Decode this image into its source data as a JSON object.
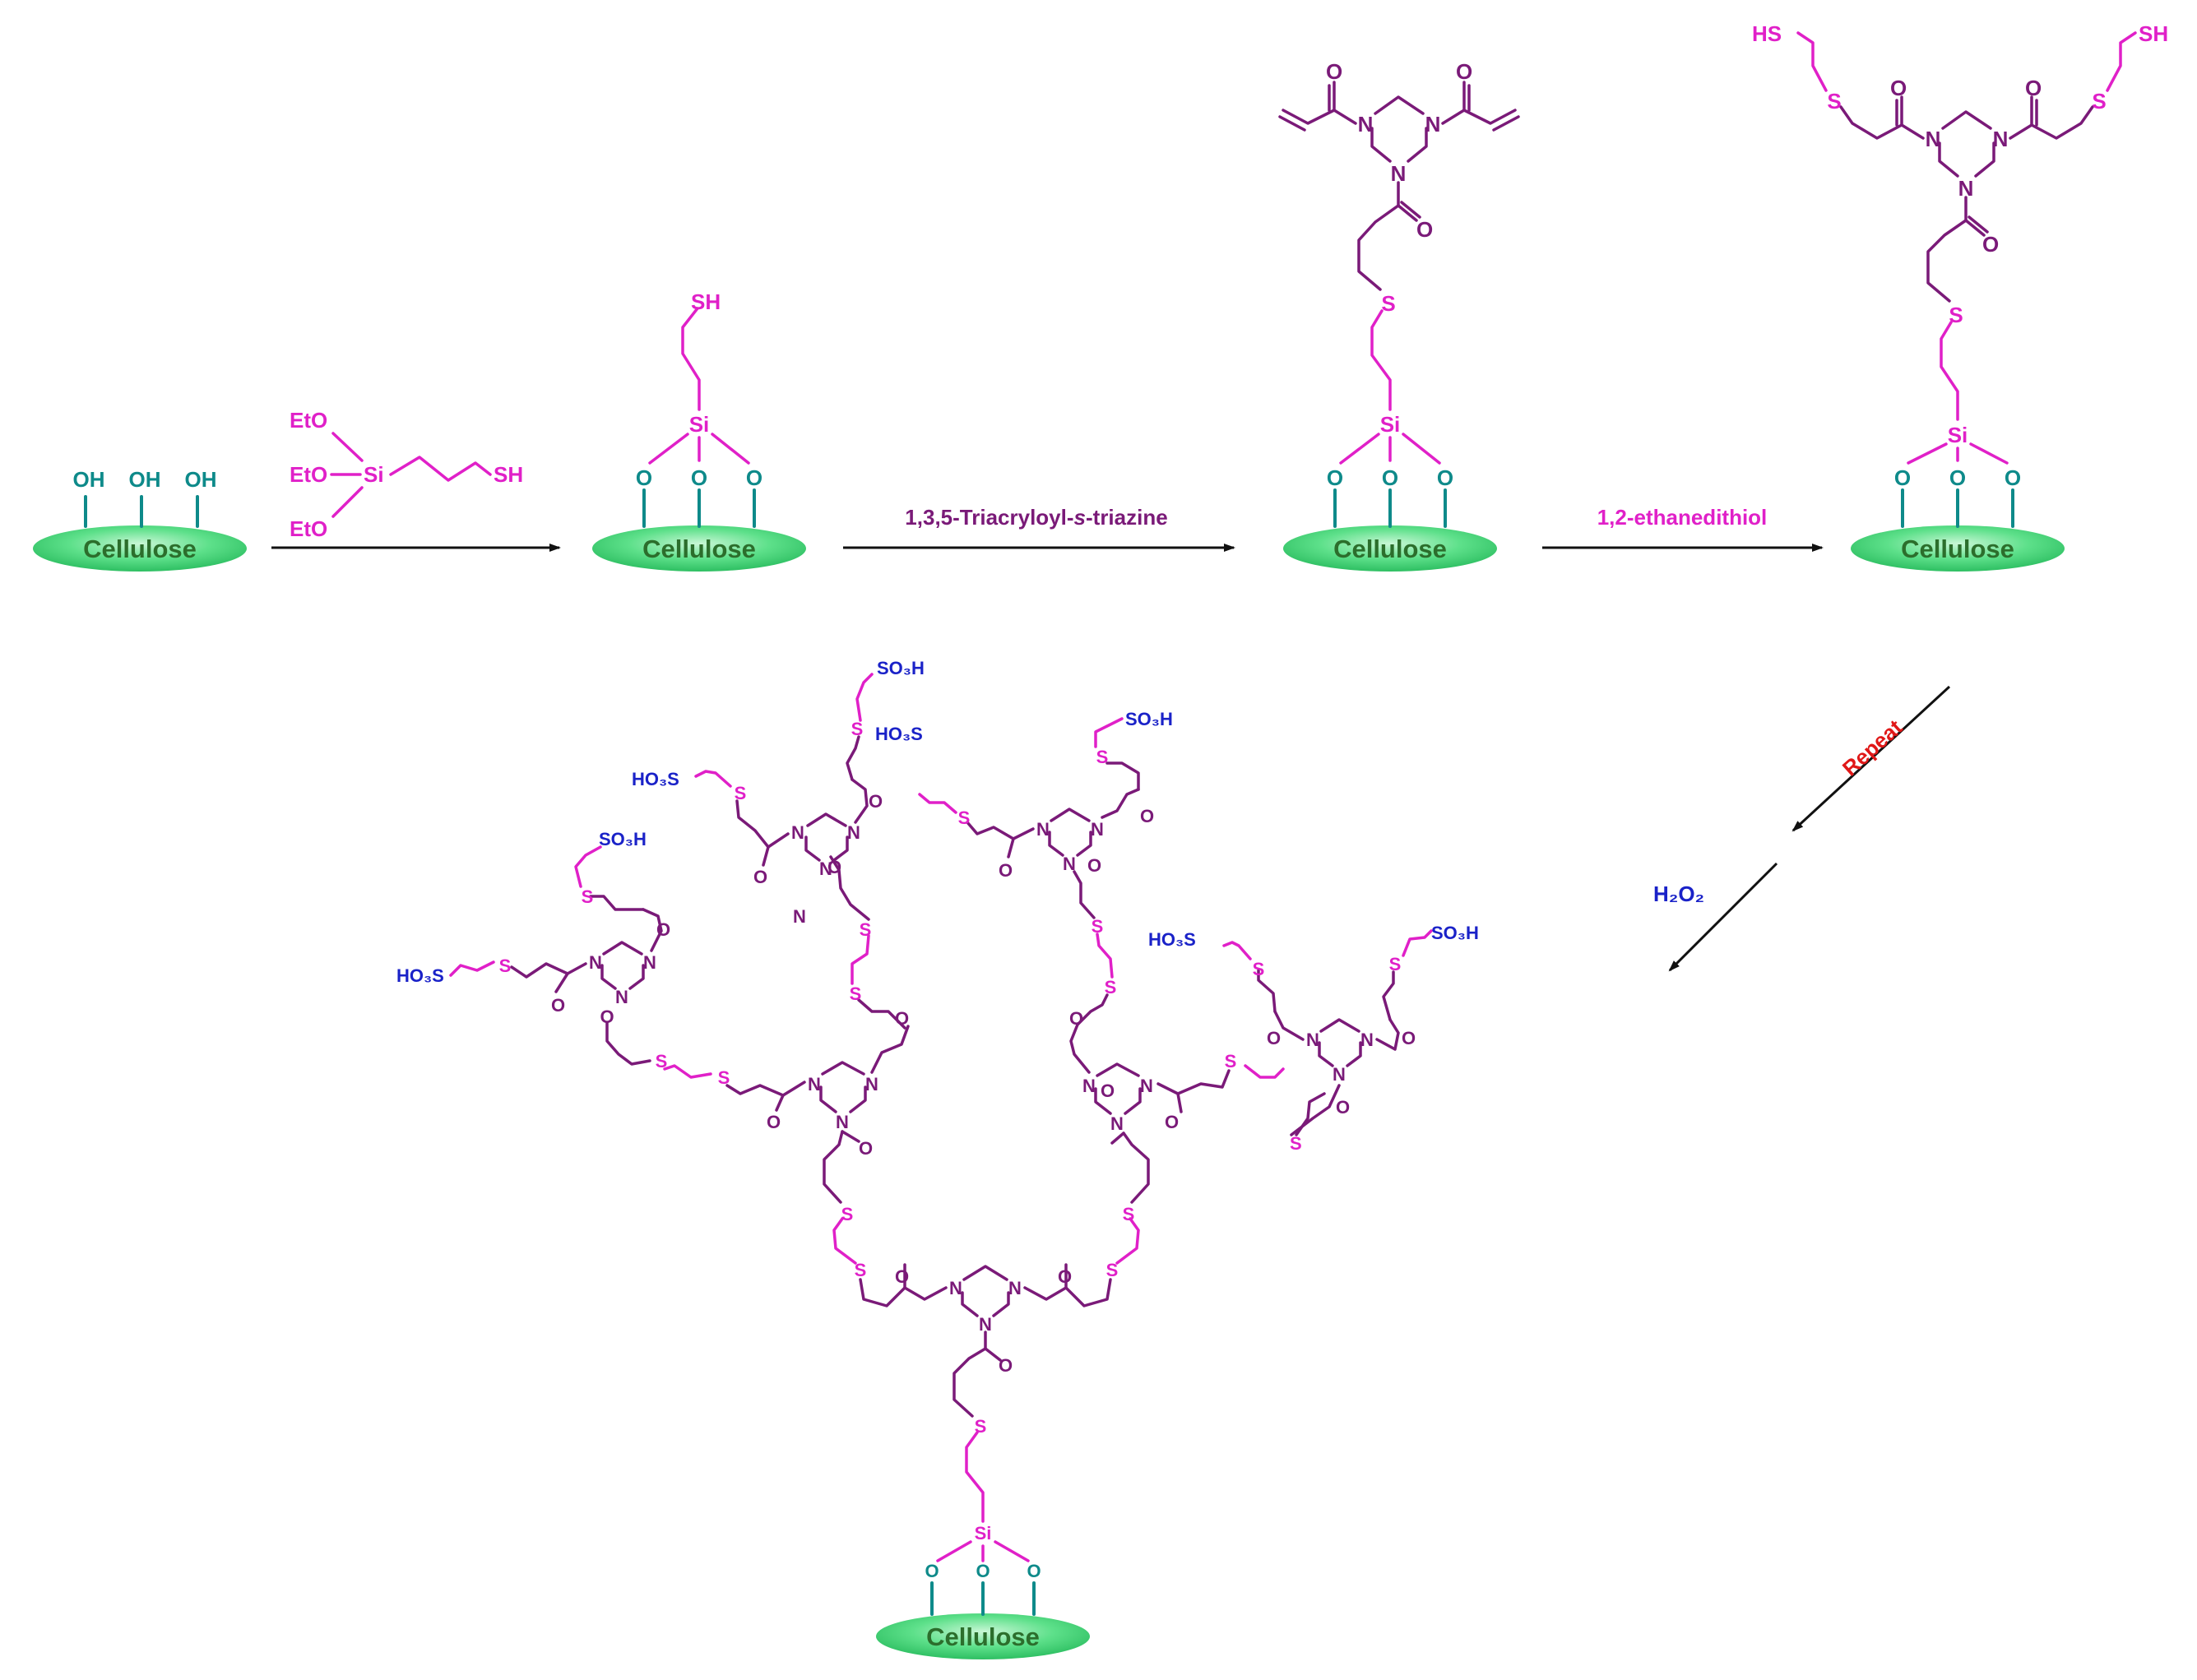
{
  "colors": {
    "teal": "#0e8a8a",
    "magenta": "#e020c8",
    "purple": "#7a1a78",
    "blue": "#1a22c8",
    "red": "#e01818",
    "cellulose_fill": "#5de08a"
  },
  "labels": {
    "cellulose": "Cellulose",
    "oh": "OH",
    "o": "O",
    "si": "Si",
    "sh": "SH",
    "hs": "HS",
    "s": "S",
    "n": "N",
    "eto": "EtO",
    "so3h": "SO₃H",
    "ho3s": "HO₃S"
  },
  "reagents": {
    "step2": "1,3,5-Triacryloyl-",
    "step2_italic": "s",
    "step2_end": "-triazine",
    "step3": "1,2-ethanedithiol",
    "repeat": "Repeat",
    "oxidant": "H₂O₂"
  }
}
